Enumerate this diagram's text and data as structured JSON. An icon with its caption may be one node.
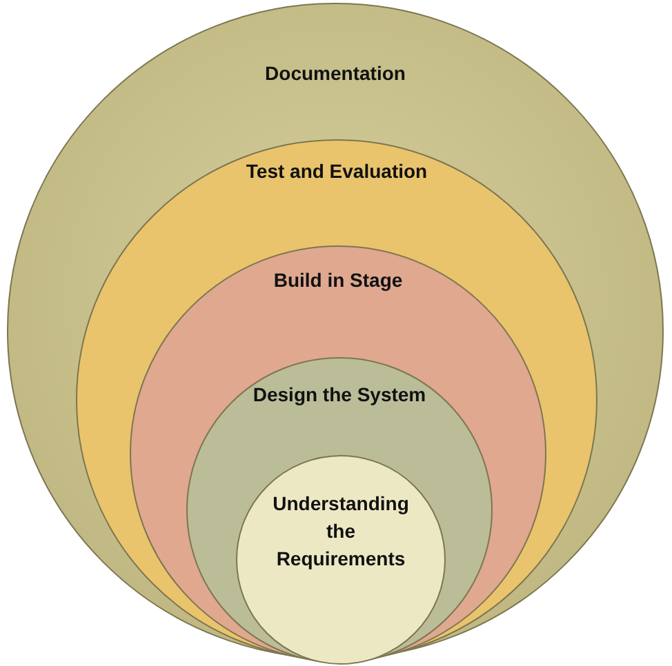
{
  "diagram": {
    "nodes": [
      {
        "text": [
          "Documentation"
        ]
      },
      {
        "text": [
          "Test and Evaluation"
        ],
        "in": 0
      },
      {
        "text": [
          "Build in Stage"
        ],
        "in": 1
      },
      {
        "text": [
          "Design the System"
        ],
        "in": 2
      },
      {
        "text": [
          "Understanding the Requirements"
        ],
        "in": 3
      }
    ]
  }
}
